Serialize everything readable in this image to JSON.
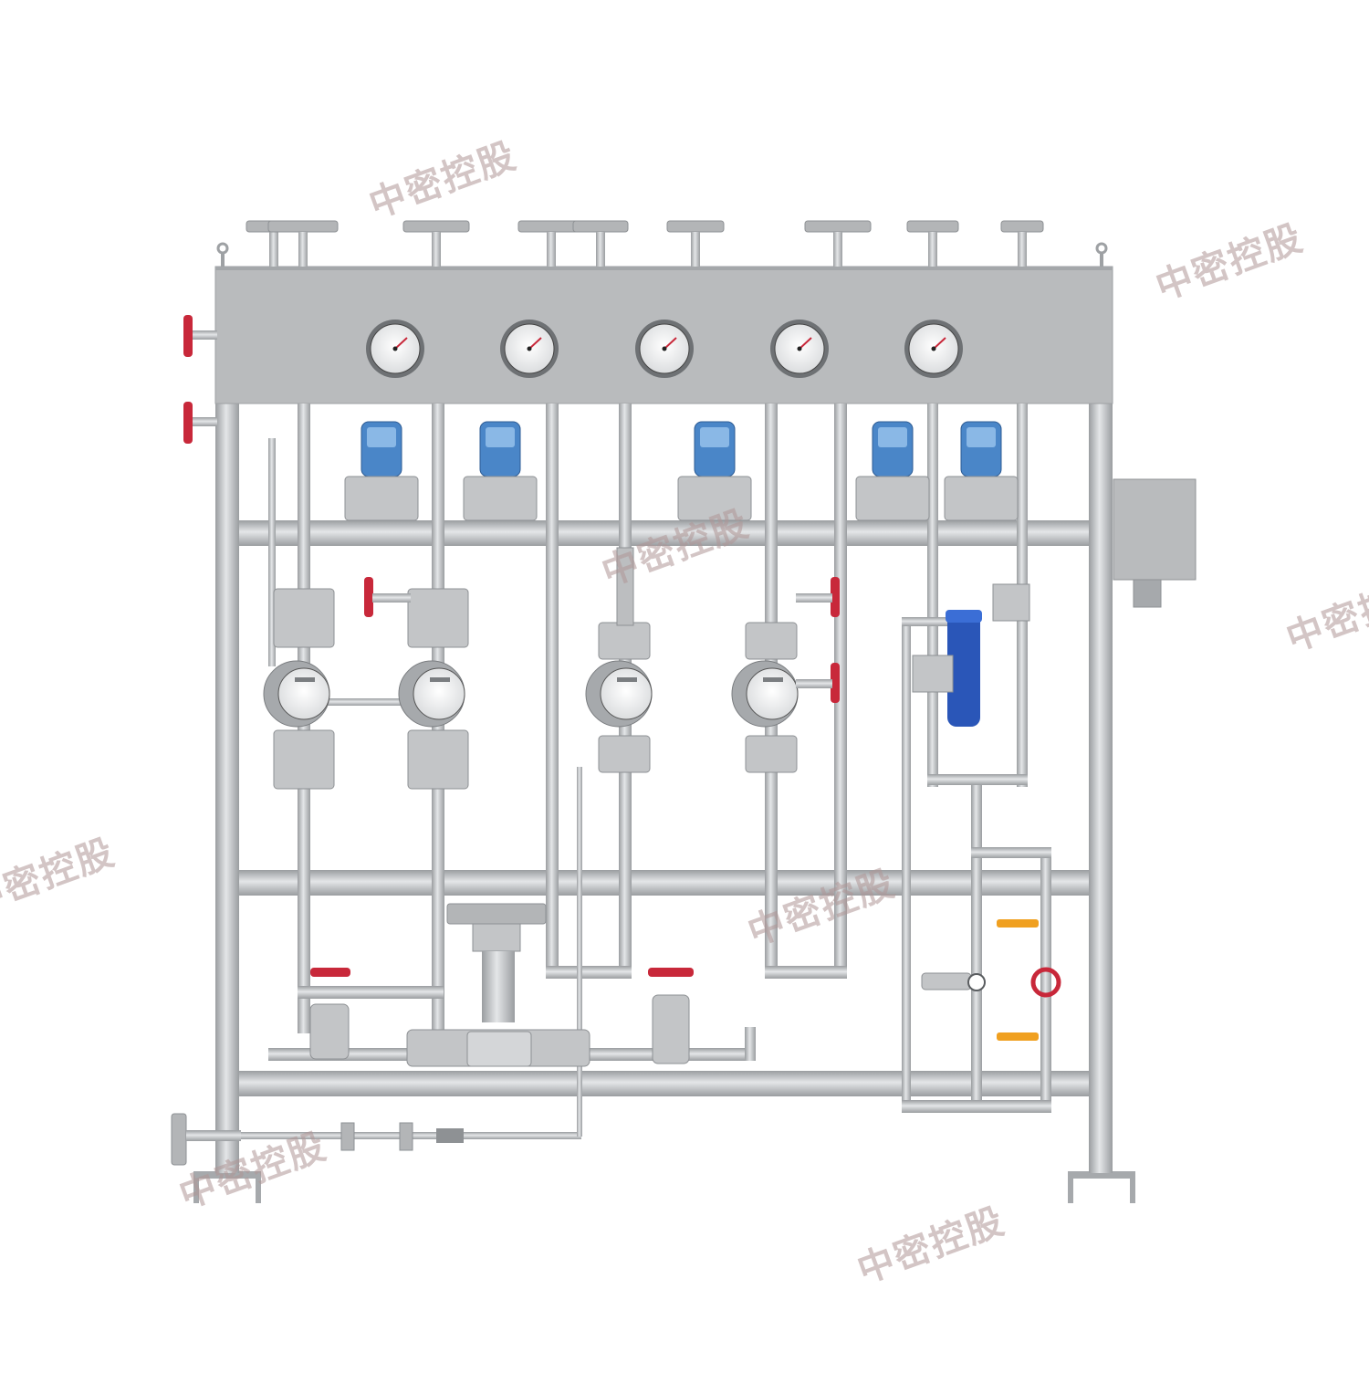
{
  "watermark": {
    "text": "中密控股",
    "color": "#b09696"
  },
  "colors": {
    "background": "#ffffff",
    "steel": "#b7b9bb",
    "steel_dark": "#8e9194",
    "handwheel": "#c8283a",
    "transmitter": "#4a86c8",
    "filter": "#2a56b8",
    "lever": "#f0a020"
  },
  "equipment": {
    "manifold": "top-manifold",
    "gauges": [
      "pressure-gauge",
      "pressure-gauge",
      "pressure-gauge",
      "pressure-gauge",
      "pressure-gauge"
    ],
    "transmitters": [
      "pressure-transmitter",
      "pressure-transmitter",
      "pressure-transmitter",
      "pressure-transmitter",
      "pressure-transmitter"
    ],
    "flowmeters": [
      "flow-meter",
      "flow-meter",
      "flow-meter",
      "flow-meter"
    ],
    "junction_box": "junction-box",
    "filter": "filter"
  }
}
